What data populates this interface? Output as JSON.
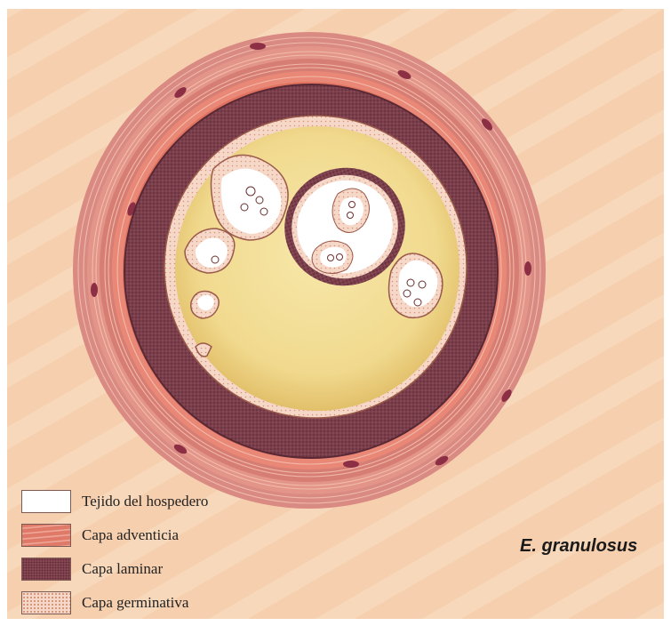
{
  "colors": {
    "background": "#f6cfae",
    "host_tissue": "#ffffff",
    "adventitia": "#e07a68",
    "laminar": "#7b3f4b",
    "germinative": "#f6d8c8",
    "hydatid_fluid": "#f0db92",
    "nuclei": "#8c2f45"
  },
  "legend": {
    "items": [
      {
        "label": "Tejido del hospedero"
      },
      {
        "label": "Capa adventicia"
      },
      {
        "label": "Capa laminar"
      },
      {
        "label": "Capa germinativa"
      }
    ]
  },
  "species_label": "E. granulosus"
}
